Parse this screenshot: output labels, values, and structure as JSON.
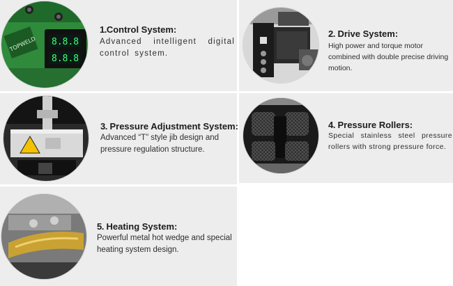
{
  "features": [
    {
      "num": "1.",
      "title": "Control System:",
      "desc": "Advanced intelligent digital control system."
    },
    {
      "num": "2.",
      "title": "Drive System:",
      "desc": "High power and torque motor combined with double precise driving motion."
    },
    {
      "num": "3.",
      "title": "Pressure Adjustment System:",
      "desc": "Advanced “T” style jib design and pressure regulation structure."
    },
    {
      "num": "4.",
      "title": "Pressure Rollers:",
      "desc": "Special stainless steel pressure rollers with strong pressure force."
    },
    {
      "num": "5.",
      "title": "Heating System:",
      "desc": "Powerful metal hot wedge and special heating system design."
    }
  ],
  "control_panel": {
    "display_top": "8.8.8",
    "display_bottom": "8.8.8",
    "brand_text": "TOPWELD"
  },
  "colors": {
    "background": "#ededed",
    "panel_green": "#2f8a3c",
    "wedge_gold": "#c9a233",
    "warning_yellow": "#f2c200"
  }
}
